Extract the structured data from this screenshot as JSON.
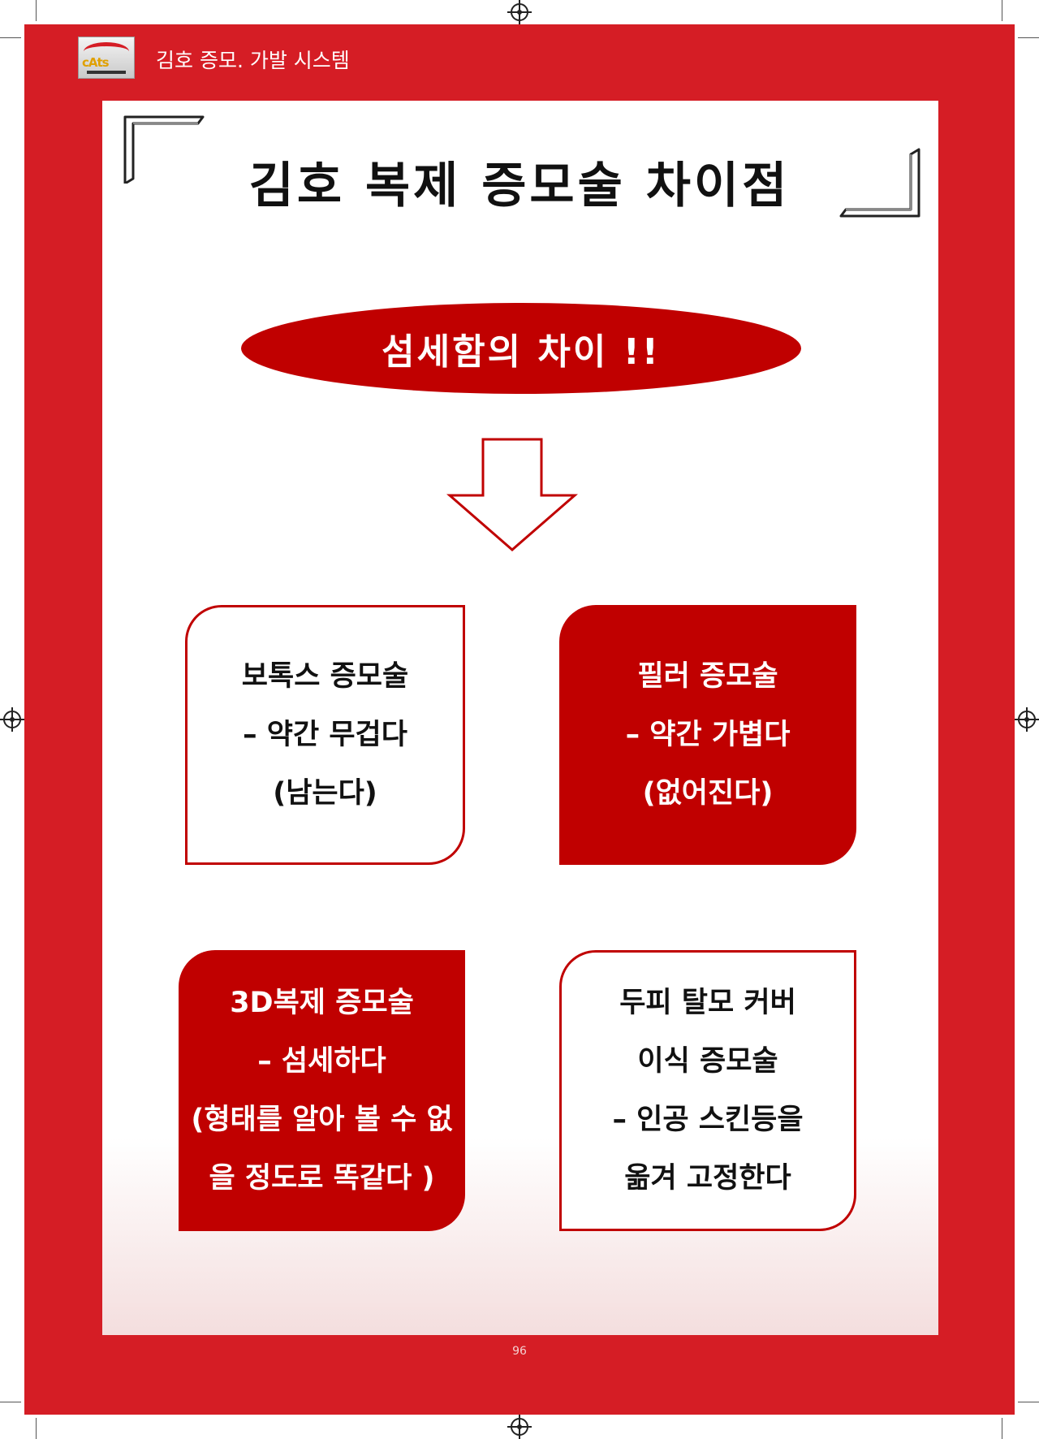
{
  "header": {
    "logo_text": "cAts",
    "title": "김호 증모. 가발 시스템"
  },
  "title": "김호 복제 증모술 차이점",
  "highlight": "섬세함의 차이 !!",
  "boxes": {
    "top_left": {
      "lines": [
        "보톡스 증모술",
        "– 약간 무겁다",
        "(남는다)"
      ]
    },
    "top_right": {
      "lines": [
        "필러 증모술",
        "– 약간 가볍다",
        "(없어진다)"
      ]
    },
    "bottom_left": {
      "lines": [
        "3D복제 증모술",
        "– 섬세하다",
        "(형태를 알아 볼 수 없",
        "을 정도로 똑같다 )"
      ]
    },
    "bottom_right": {
      "lines": [
        "두피 탈모 커버",
        "이식 증모술",
        "– 인공 스킨등을",
        "옮겨 고정한다"
      ]
    }
  },
  "page_number": "96",
  "colors": {
    "frame": "#d51d25",
    "accent": "#c00000",
    "panel": "#ffffff"
  }
}
